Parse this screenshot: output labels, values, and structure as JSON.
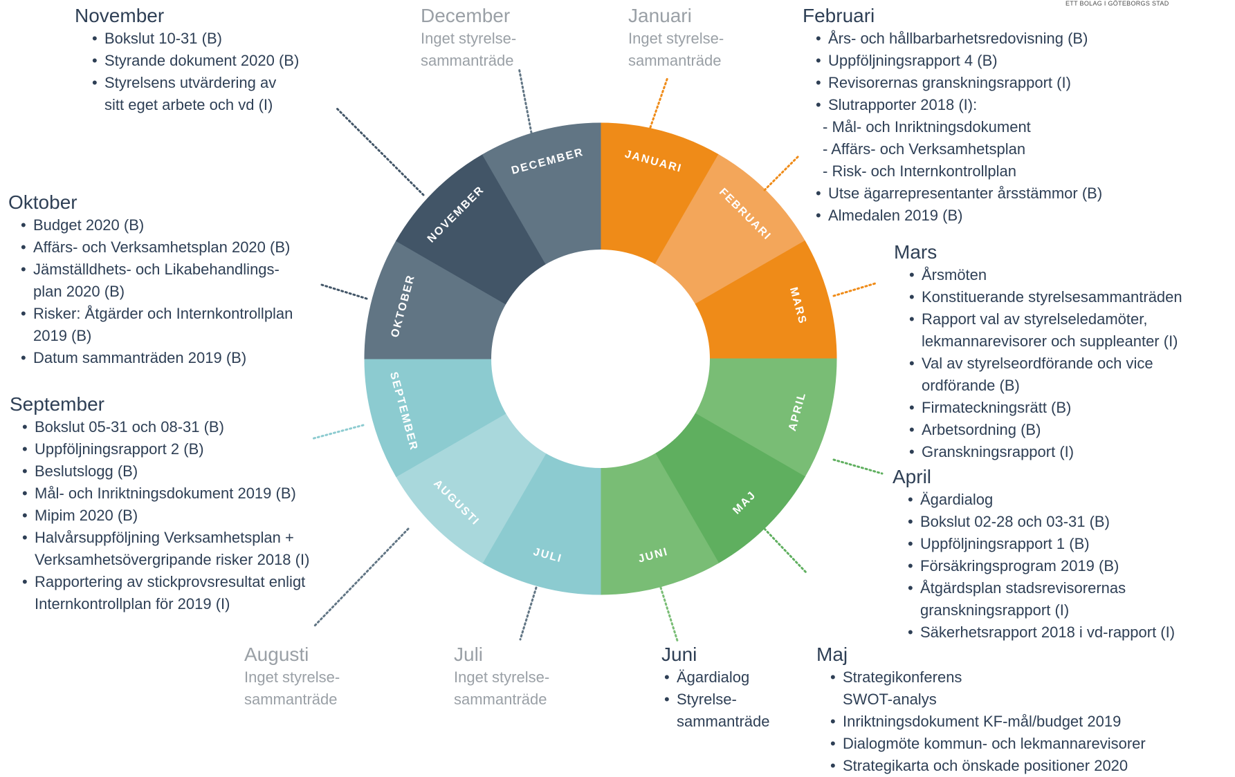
{
  "brand": "ETT BOLAG I GÖTEBORGS STAD",
  "colors": {
    "orange": "#ef8b18",
    "orange_light": "#f3a65a",
    "green": "#5faf5f",
    "green_light": "#79bd75",
    "teal": "#8ccbd0",
    "teal_light": "#a9d8dc",
    "slate": "#617584",
    "slate_dark": "#425567",
    "text": "#2e3f55",
    "muted": "#9aa0a6"
  },
  "wheel": {
    "months": [
      {
        "label": "JANUARI",
        "color": "#ef8b18"
      },
      {
        "label": "FEBRUARI",
        "color": "#f3a65a"
      },
      {
        "label": "MARS",
        "color": "#ef8b18"
      },
      {
        "label": "APRIL",
        "color": "#79bd75"
      },
      {
        "label": "MAJ",
        "color": "#5faf5f"
      },
      {
        "label": "JUNI",
        "color": "#79bd75"
      },
      {
        "label": "JULI",
        "color": "#8ccbd0"
      },
      {
        "label": "AUGUSTI",
        "color": "#a9d8dc"
      },
      {
        "label": "SEPTEMBER",
        "color": "#8ccbd0"
      },
      {
        "label": "OKTOBER",
        "color": "#617584"
      },
      {
        "label": "NOVEMBER",
        "color": "#425567"
      },
      {
        "label": "DECEMBER",
        "color": "#617584"
      }
    ]
  },
  "november": {
    "title": "November",
    "items": [
      "Bokslut 10-31 (B)",
      "Styrande dokument 2020 (B)",
      "Styrelsens utvärdering av"
    ],
    "cont": "sitt eget arbete och vd (I)"
  },
  "december": {
    "title": "December",
    "note1": "Inget styrelse-",
    "note2": "sammanträde"
  },
  "januari": {
    "title": "Januari",
    "note1": "Inget styrelse-",
    "note2": "sammanträde"
  },
  "februari": {
    "title": "Februari",
    "items_a": [
      "Års- och hållbarbarhetsredovisning (B)",
      "Uppföljningsrapport 4 (B)",
      "Revisorernas granskningsrapport (I)",
      "Slutrapporter 2018 (I):"
    ],
    "subs": [
      "- Mål- och Inriktningsdokument",
      "- Affärs- och Verksamhetsplan",
      "- Risk- och Internkontrollplan"
    ],
    "items_b": [
      "Utse ägarrepresentanter årsstämmor (B)",
      "Almedalen 2019 (B)"
    ]
  },
  "mars": {
    "title": "Mars",
    "i1": "Årsmöten",
    "i2": "Konstituerande styrelsesammanträden",
    "i3": "Rapport val av styrelseledamöter,",
    "i3c": "lekmannarevisorer och suppleanter (I)",
    "i4": "Val av styrelseordförande och vice",
    "i4c": "ordförande (B)",
    "i5": "Firmateckningsrätt (B)",
    "i6": "Arbetsordning (B)",
    "i7": "Granskningsrapport (I)"
  },
  "april": {
    "title": "April",
    "i1": "Ägardialog",
    "i2": "Bokslut 02-28 och 03-31 (B)",
    "i3": "Uppföljningsrapport 1 (B)",
    "i4": "Försäkringsprogram 2019 (B)",
    "i5": "Åtgärdsplan stadsrevisorernas",
    "i5c": "granskningsrapport (I)",
    "i6": "Säkerhetsrapport 2018 i vd-rapport (I)"
  },
  "maj": {
    "title": "Maj",
    "i1": "Strategikonferens",
    "i1c": "SWOT-analys",
    "i2": "Inriktningsdokument KF-mål/budget 2019",
    "i3": "Dialogmöte kommun- och lekmannarevisorer",
    "i4": "Strategikarta och önskade positioner 2020"
  },
  "juni": {
    "title": "Juni",
    "i1": "Ägardialog",
    "i2": "Styrelse-",
    "i2c": "sammanträde"
  },
  "juli": {
    "title": "Juli",
    "note1": "Inget styrelse-",
    "note2": "sammanträde"
  },
  "augusti": {
    "title": "Augusti",
    "note1": "Inget styrelse-",
    "note2": "sammanträde"
  },
  "oktober": {
    "title": "Oktober",
    "i1": "Budget 2020 (B)",
    "i2": "Affärs- och Verksamhetsplan 2020 (B)",
    "i3": "Jämställdhets- och Likabehandlings-",
    "i3c": "plan 2020 (B)",
    "i4": "Risker: Åtgärder och Internkontrollplan",
    "i4c": "2019 (B)",
    "i5": "Datum sammanträden 2019 (B)"
  },
  "september": {
    "title": "September",
    "i1": "Bokslut 05-31 och 08-31 (B)",
    "i2": "Uppföljningsrapport 2 (B)",
    "i3": "Beslutslogg (B)",
    "i4": "Mål- och Inriktningsdokument 2019 (B)",
    "i5": "Mipim 2020 (B)",
    "i6": "Halvårsuppföljning Verksamhetsplan +",
    "i6c": "Verksamhetsövergripande risker 2018 (I)",
    "i7": "Rapportering av stickprovsresultat enligt",
    "i7c": "Internkontrollplan för 2019 (I)"
  }
}
